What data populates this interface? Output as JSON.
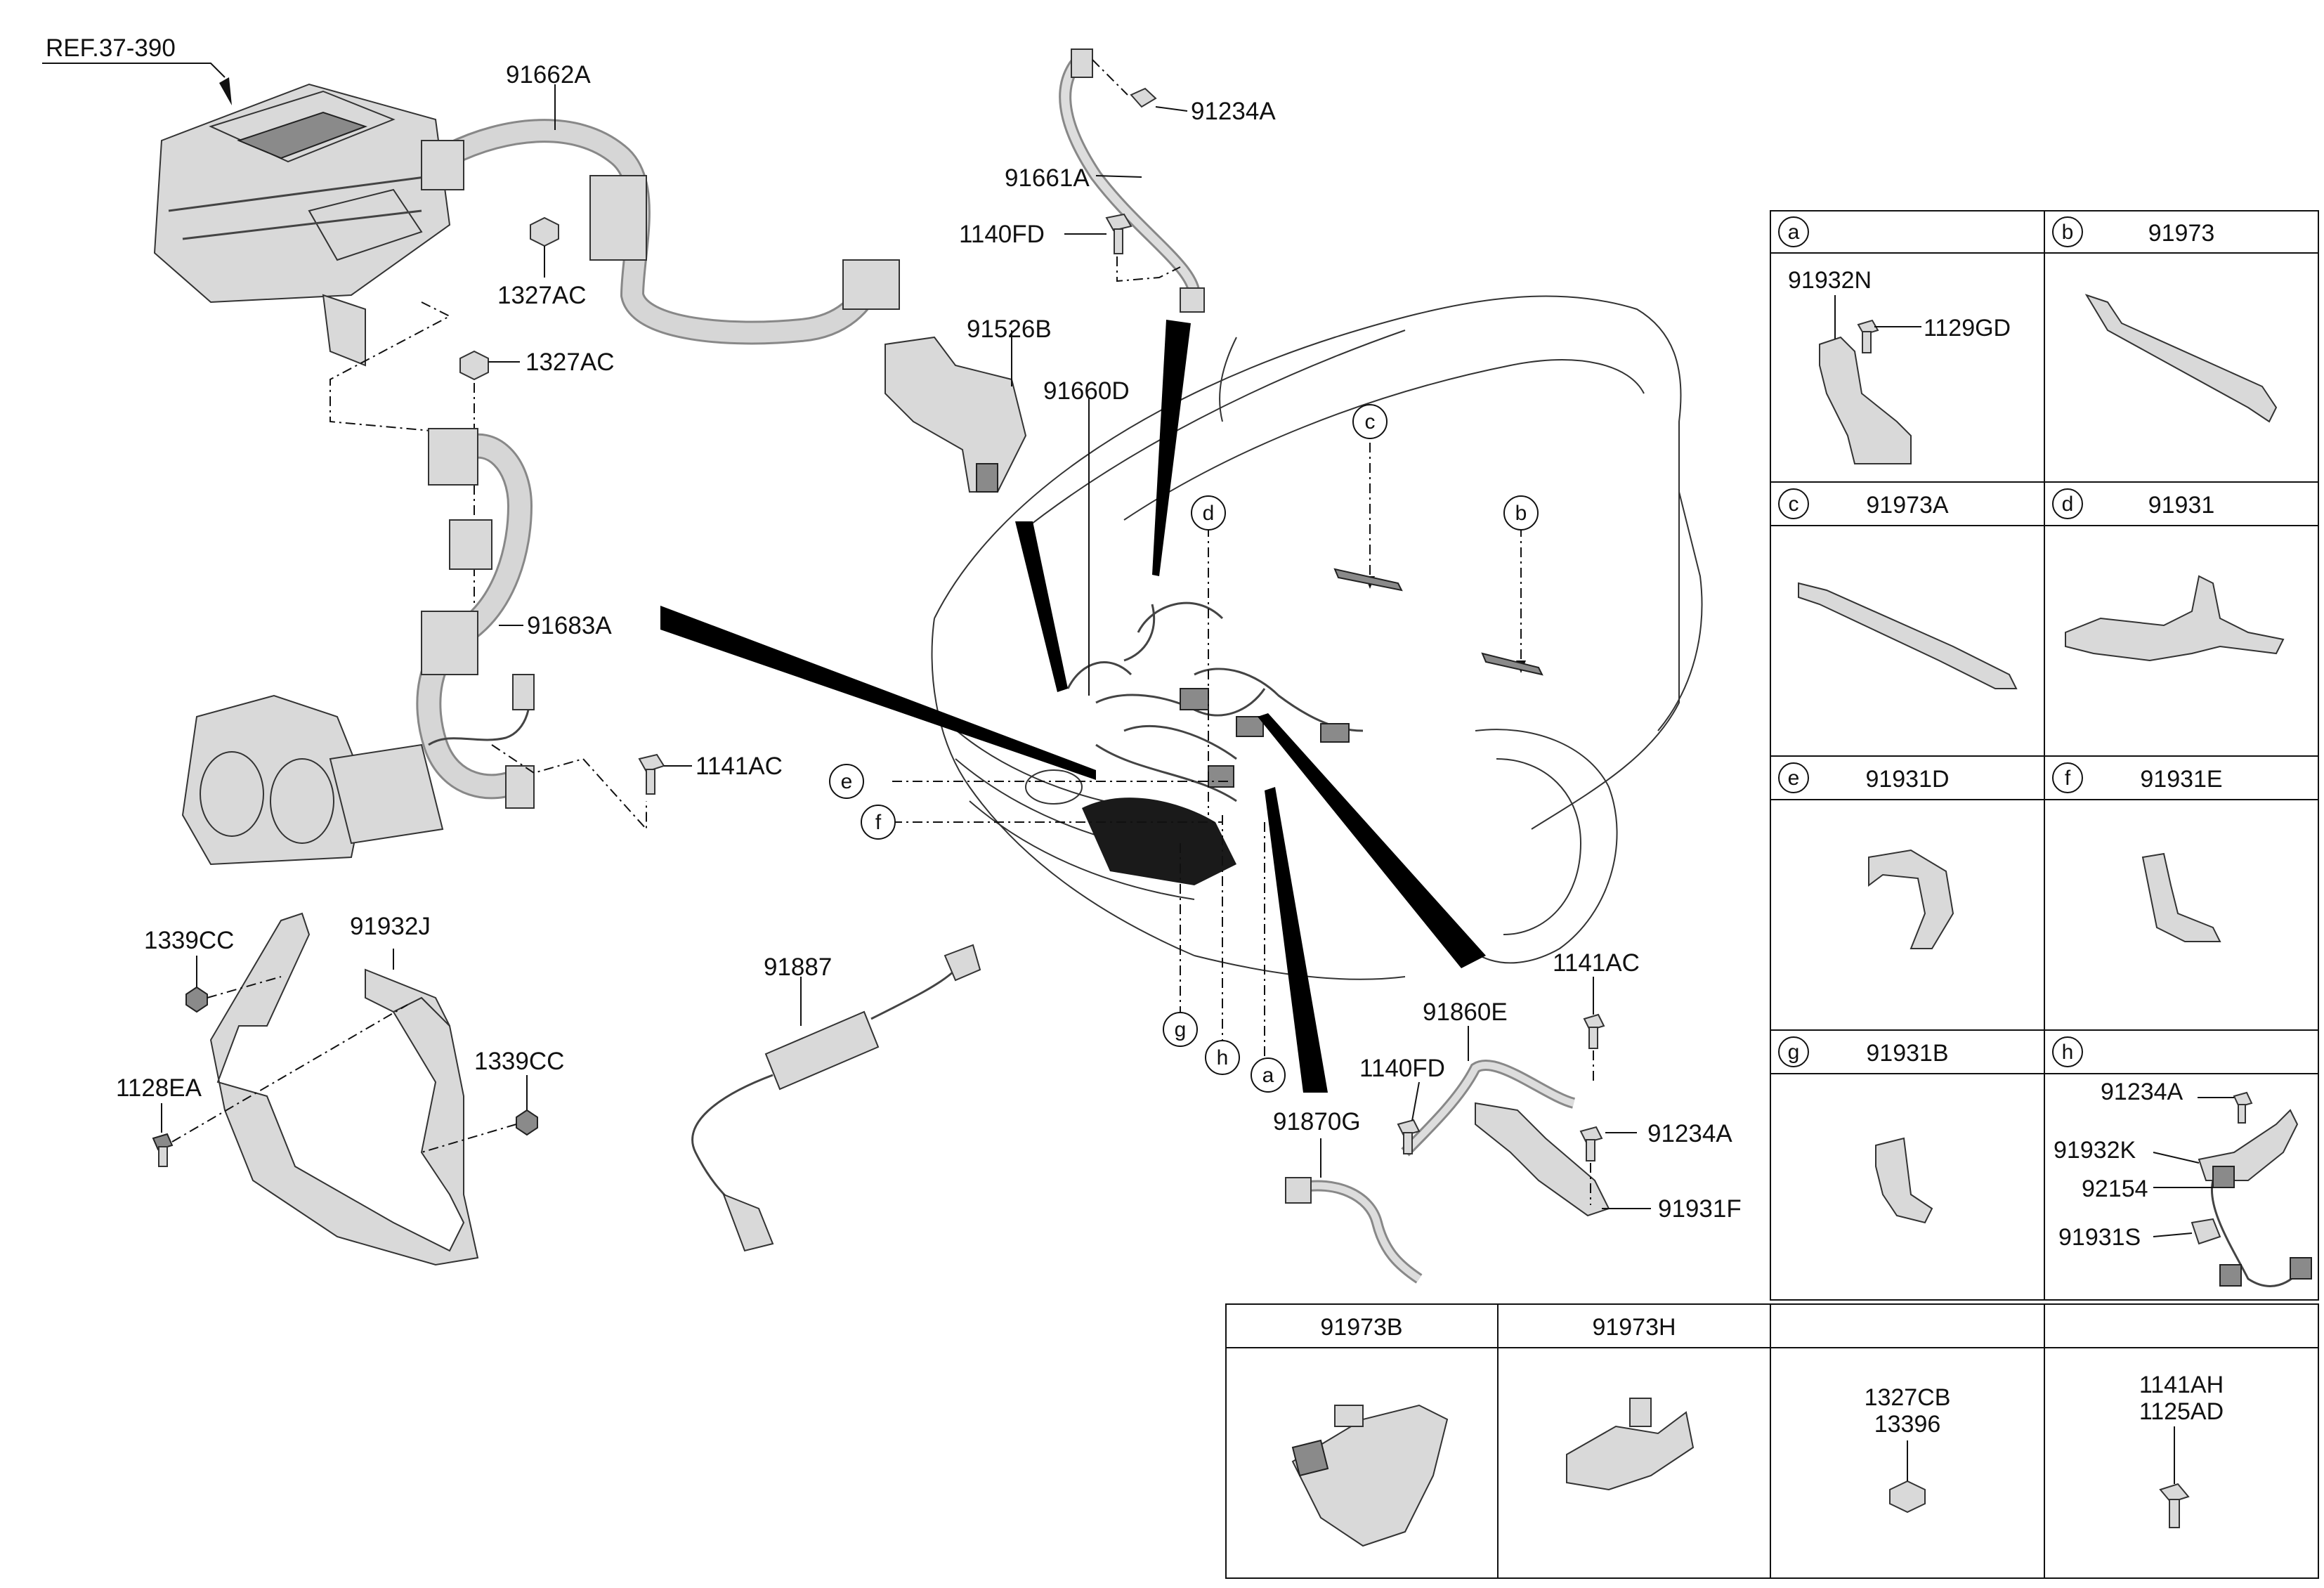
{
  "ref_label": "REF.37-390",
  "callouts": {
    "p91662A": "91662A",
    "p1327AC_a": "1327AC",
    "p1327AC_b": "1327AC",
    "p91683A": "91683A",
    "p1141AC_a": "1141AC",
    "p91661A": "91661A",
    "p91234A_a": "91234A",
    "p1140FD_a": "1140FD",
    "p91526B": "91526B",
    "p91660D": "91660D",
    "p1339CC_a": "1339CC",
    "p91932J": "91932J",
    "p1128EA": "1128EA",
    "p1339CC_b": "1339CC",
    "p91887": "91887",
    "p1141AC_b": "1141AC",
    "p91860E": "91860E",
    "p1140FD_b": "1140FD",
    "p91234A_b": "91234A",
    "p91870G": "91870G",
    "p91931F": "91931F"
  },
  "car_markers": [
    "c",
    "d",
    "b",
    "e",
    "f",
    "g",
    "h",
    "a"
  ],
  "table": {
    "a_sub_1": "91932N",
    "a_sub_2": "1129GD",
    "b_part": "91973",
    "c_part": "91973A",
    "d_part": "91931",
    "e_part": "91931D",
    "f_part": "91931E",
    "g_part": "91931B",
    "h_sub_1": "91234A",
    "h_sub_2": "91932K",
    "h_sub_3": "92154",
    "h_sub_4": "91931S",
    "markers": [
      "a",
      "b",
      "c",
      "d",
      "e",
      "f",
      "g",
      "h"
    ]
  },
  "bottom_table": {
    "col1": "91973B",
    "col2": "91973H",
    "col3_line1": "1327CB",
    "col3_line2": "13396",
    "col4_line1": "1141AH",
    "col4_line2": "1125AD"
  }
}
